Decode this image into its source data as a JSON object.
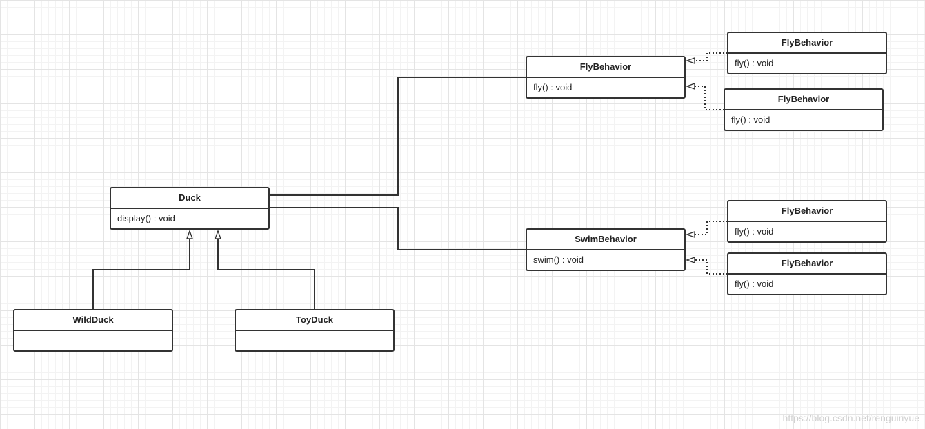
{
  "classes": {
    "duck": {
      "name": "Duck",
      "operation": "display() : void"
    },
    "wild_duck": {
      "name": "WildDuck",
      "operation": ""
    },
    "toy_duck": {
      "name": "ToyDuck",
      "operation": ""
    },
    "fly_behavior": {
      "name": "FlyBehavior",
      "operation": "fly() : void"
    },
    "swim_behavior": {
      "name": "SwimBehavior",
      "operation": "swim() : void"
    },
    "fly_impl_1": {
      "name": "FlyBehavior",
      "operation": "fly() : void"
    },
    "fly_impl_2": {
      "name": "FlyBehavior",
      "operation": "fly() : void"
    },
    "swim_impl_1": {
      "name": "FlyBehavior",
      "operation": "fly() : void"
    },
    "swim_impl_2": {
      "name": "FlyBehavior",
      "operation": "fly() : void"
    }
  },
  "watermark": "https://blog.csdn.net/renguiriyue"
}
